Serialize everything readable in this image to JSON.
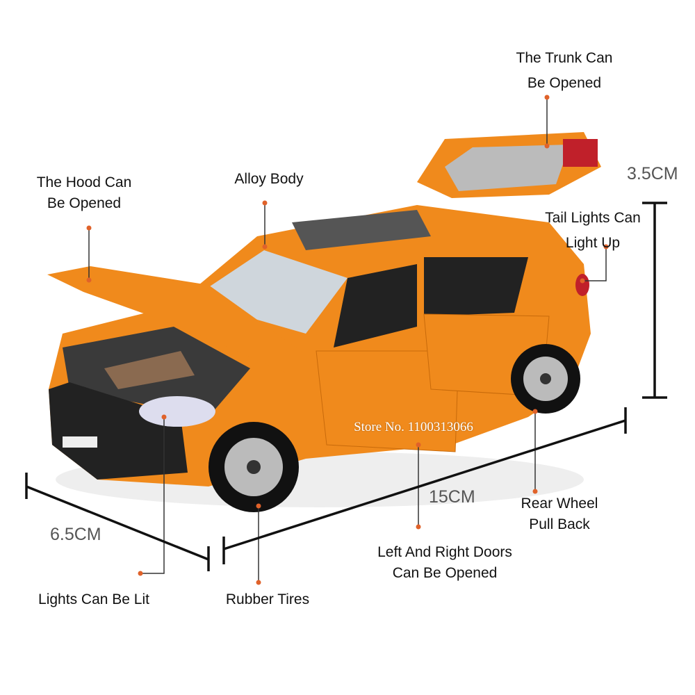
{
  "colors": {
    "body": "#f08a1c",
    "body_dark": "#c86a0a",
    "leader": "#333333",
    "dot": "#e0622a",
    "dimension": "#555555"
  },
  "callouts": {
    "trunk": [
      "The Trunk Can",
      "Be Opened"
    ],
    "hood": [
      "The Hood Can",
      "Be Opened"
    ],
    "alloy": [
      "Alloy Body"
    ],
    "tail_lights": [
      "Tail Lights Can",
      "Light Up"
    ],
    "rear_wheel": [
      "Rear Wheel",
      "Pull Back"
    ],
    "doors": [
      "Left And Right Doors",
      "Can Be Opened"
    ],
    "lights": [
      "Lights Can Be Lit"
    ],
    "tires": [
      "Rubber Tires"
    ]
  },
  "dimensions": {
    "height": "3.5CM",
    "length": "15CM",
    "width": "6.5CM"
  },
  "watermark": "Store No. 1100313066"
}
